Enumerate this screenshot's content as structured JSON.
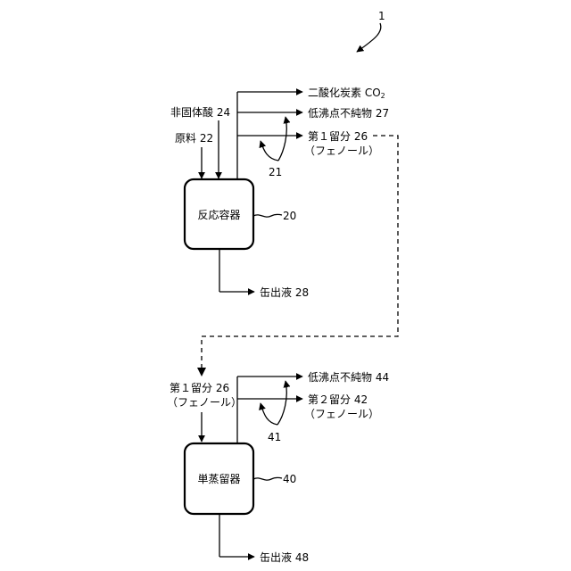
{
  "figure_ref": "1",
  "reactor": {
    "label": "反応容器",
    "ref": "20",
    "inputs": {
      "solid_acid": "非固体酸 24",
      "raw_material": "原料 22"
    },
    "outputs": {
      "co2": "二酸化炭素 CO",
      "co2_sub": "2",
      "low_bp": "低沸点不純物 27",
      "fraction1": "第１留分 26",
      "fraction1_note": "（フェノール）",
      "arrows_ref": "21"
    },
    "bottoms": "缶出液 28"
  },
  "distiller": {
    "label": "単蒸留器",
    "ref": "40",
    "inputs": {
      "fraction1": "第１留分 26",
      "fraction1_note": "（フェノール）"
    },
    "outputs": {
      "low_bp": "低沸点不純物 44",
      "fraction2": "第２留分 42",
      "fraction2_note": "（フェノール）",
      "arrows_ref": "41"
    },
    "bottoms": "缶出液 48"
  }
}
